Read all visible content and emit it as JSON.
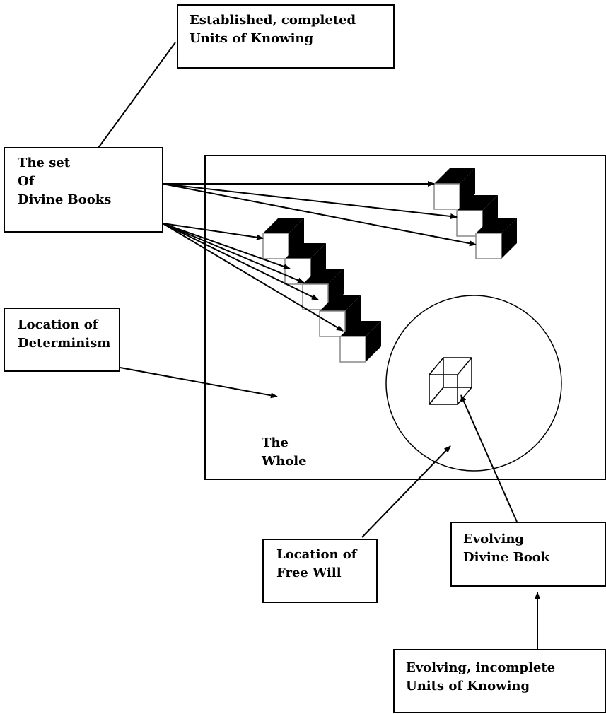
{
  "labels": {
    "established": "Established, completed\nUnits of Knowing",
    "divine_books": "The set\nOf\nDivine Books",
    "determinism": "Location of\nDeterminism",
    "whole": "The\nWhole",
    "free_will": "Location of\nFree Will",
    "evolving_book": "Evolving\nDivine Book",
    "evolving_units": "Evolving, incomplete\nUnits of Knowing"
  }
}
